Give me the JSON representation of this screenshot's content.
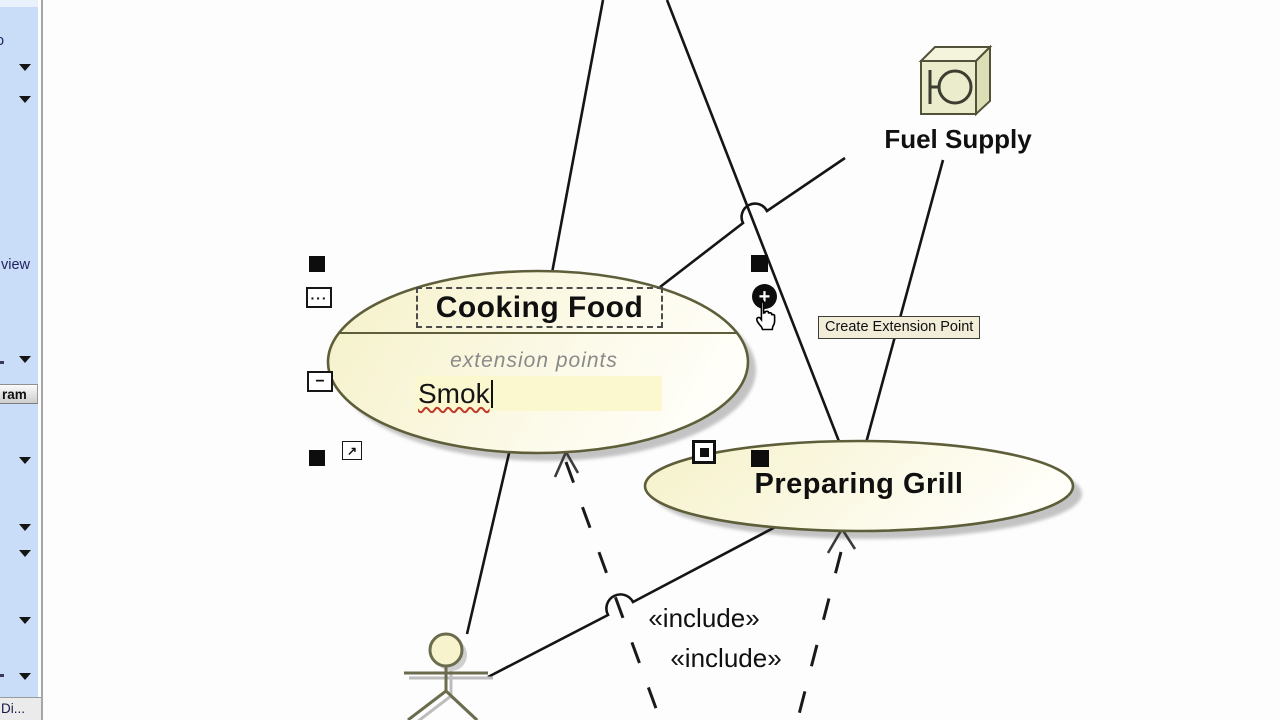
{
  "sidebar": {
    "clipped_label_top": "o",
    "overview_label": "view",
    "diagram_tab_label": "ram",
    "bottom_tab_label": "Di..."
  },
  "diagram": {
    "cooking_food": {
      "name": "Cooking Food",
      "compartment_label": "extension points",
      "extension_point_draft": "Smok"
    },
    "preparing_grill": {
      "name": "Preparing Grill"
    },
    "fuel_supply": {
      "name": "Fuel Supply"
    },
    "include_labels": [
      "«include»",
      "«include»"
    ]
  },
  "smart_manipulator": {
    "dots_button": "···",
    "minus_button": "−",
    "open_button": "↗",
    "plus_button": "+"
  },
  "tooltip": {
    "text": "Create Extension Point"
  },
  "colors": {
    "usecase_fill": "#f5f1c9",
    "usecase_border": "#5e5e3a",
    "sidebar_bg": "#c9dcf8",
    "tooltip_bg": "#f1edd9",
    "edit_field_bg": "#fbf7cf",
    "shadow": "#b5b5b5",
    "line": "#151515"
  }
}
